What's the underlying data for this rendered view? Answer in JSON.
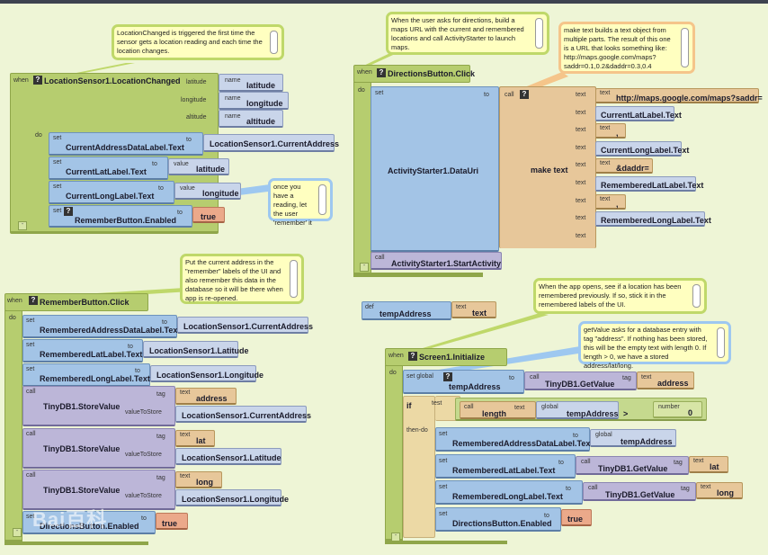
{
  "comments": {
    "location_changed": "LocationChanged is triggered the first time the sensor gets a location reading and each time the location changes.",
    "once_reading": "once you have a reading, let the user 'remember' it",
    "directions": "When the user asks for directions, build a maps URL with the current and remembered locations and call ActivityStarter to launch maps.",
    "make_text": "make text builds a text object from multiple parts. The result of this one is a URL that looks something like: http://maps.google.com/maps?saddr=0.1,0.2&daddr=0.3,0.4",
    "remember": "Put the current address in the \"remember\" labels of the UI and also remember this data in the database so it will be there when app is re-opened.",
    "app_opens": "When the app opens, see if a location has been remembered previously. If so, stick it in the remembered labels of the UI.",
    "get_value": "getValue asks for a database entry with tag \"address\". If nothing has been stored, this will be the empty text with length 0. If length > 0, we have a stored address/lat/long."
  },
  "keywords": {
    "when": "when",
    "do": "do",
    "set": "set",
    "to": "to",
    "call": "call",
    "name": "name",
    "value": "value",
    "text": "text",
    "tag": "tag",
    "value_to_store": "valueToStore",
    "def": "def",
    "set_global": "set global",
    "global": "global",
    "if": "if",
    "test": "test",
    "then_do": "then-do",
    "number": "number",
    "gt": ">",
    "latitude": "latitude",
    "longitude": "longitude",
    "altitude": "altitude",
    "collapse": "-"
  },
  "location_changed": {
    "event": "LocationSensor1.LocationChanged",
    "params": [
      "latitude",
      "longitude",
      "altitude"
    ],
    "statements": [
      {
        "target": "CurrentAddressDataLabel.Text",
        "value": "LocationSensor1.CurrentAddress"
      },
      {
        "target": "CurrentLatLabel.Text",
        "value": "latitude"
      },
      {
        "target": "CurrentLongLabel.Text",
        "value": "longitude"
      },
      {
        "target": "RememberButton.Enabled",
        "value": "true"
      }
    ]
  },
  "directions_click": {
    "event": "DirectionsButton.Click",
    "set_target": "ActivityStarter1.DataUri",
    "make_text_label": "make text",
    "parts": [
      "http://maps.google.com/maps?saddr=",
      "CurrentLatLabel.Text",
      ",",
      "CurrentLongLabel.Text",
      "&daddr=",
      "RememberedLatLabel.Text",
      ",",
      "RememberedLongLabel.Text",
      ""
    ],
    "call": "ActivityStarter1.StartActivity"
  },
  "remember_click": {
    "event": "RememberButton.Click",
    "sets": [
      {
        "target": "RememberedAddressDataLabel.Text",
        "value": "LocationSensor1.CurrentAddress"
      },
      {
        "target": "RememberedLatLabel.Text",
        "value": "LocationSensor1.Latitude"
      },
      {
        "target": "RememberedLongLabel.Text",
        "value": "LocationSensor1.Longitude"
      }
    ],
    "stores": [
      {
        "method": "TinyDB1.StoreValue",
        "tag": "address",
        "value": "LocationSensor1.CurrentAddress"
      },
      {
        "method": "TinyDB1.StoreValue",
        "tag": "lat",
        "value": "LocationSensor1.Latitude"
      },
      {
        "method": "TinyDB1.StoreValue",
        "tag": "long",
        "value": "LocationSensor1.Longitude"
      }
    ],
    "final": {
      "target": "DirectionsButton.Enabled",
      "value": "true"
    }
  },
  "def_block": {
    "name": "tempAddress",
    "value": "text"
  },
  "screen_init": {
    "event": "Screen1.Initialize",
    "set_global": {
      "name": "tempAddress",
      "method": "TinyDB1.GetValue",
      "tag": "address"
    },
    "test": {
      "fn": "length",
      "var": "tempAddress",
      "number": "0"
    },
    "then": [
      {
        "target": "RememberedAddressDataLabel.Text",
        "value": "tempAddress"
      },
      {
        "target": "RememberedLatLabel.Text",
        "method": "TinyDB1.GetValue",
        "tag": "lat"
      },
      {
        "target": "RememberedLongLabel.Text",
        "method": "TinyDB1.GetValue",
        "tag": "long"
      },
      {
        "target": "DirectionsButton.Enabled",
        "value": "true"
      }
    ]
  },
  "watermark": "Bai百科"
}
